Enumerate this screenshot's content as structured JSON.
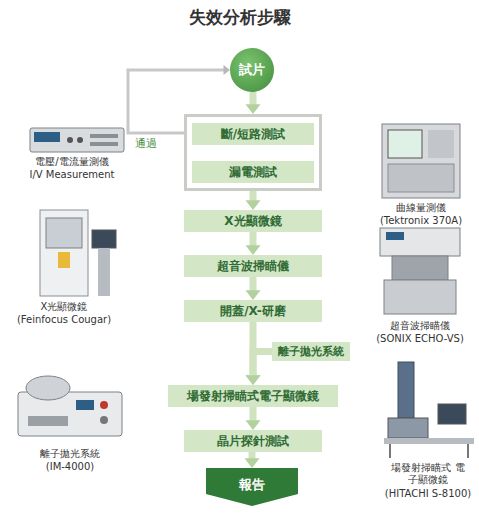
{
  "diagram": {
    "title": "失效分析步驟",
    "nodes": [
      {
        "text": [
          "試片"
        ]
      },
      {
        "text": []
      },
      {
        "text": [
          "斷/短路測試"
        ],
        "in": 1
      },
      {
        "text": [
          "漏電測試"
        ],
        "in": 1
      },
      {
        "text": [
          "X光顯微鏡"
        ]
      },
      {
        "text": [
          "超音波掃瞄儀"
        ]
      },
      {
        "text": [
          "開蓋/X-研磨"
        ]
      },
      {
        "text": [
          "離子拋光系統"
        ]
      },
      {
        "text": [
          "場發射掃瞄式電子顯微鏡"
        ]
      },
      {
        "text": [
          "晶片探針測試"
        ]
      },
      {
        "text": [
          "報告"
        ]
      }
    ],
    "edges": [
      {
        "from": 0,
        "to": 1,
        "arrow": "to"
      },
      {
        "from": 1,
        "to": 0,
        "arrow": "to",
        "label": "通過"
      },
      {
        "from": 1,
        "to": 4,
        "arrow": "to"
      },
      {
        "from": 4,
        "to": 5,
        "arrow": "to"
      },
      {
        "from": 5,
        "to": 6,
        "arrow": "to"
      },
      {
        "from": 6,
        "to": 8,
        "arrow": "to"
      },
      {
        "from": 7,
        "to": 8,
        "arrow": "to"
      },
      {
        "from": 8,
        "to": 9,
        "arrow": "to"
      },
      {
        "from": 9,
        "to": 10,
        "arrow": "to"
      }
    ],
    "labels": [
      "電壓/電流量測儀",
      "I/V Measurement",
      "X光顯微鏡",
      "(Feinfocus Cougar)",
      "離子拋光系統",
      "(IM-4000)",
      "曲線量測儀",
      "(Tektronix 370A)",
      "超音波掃瞄儀",
      "(SONIX ECHO-VS)",
      "場發射掃瞄式 電子顯微鏡",
      "(HITACHI S-8100)"
    ]
  }
}
